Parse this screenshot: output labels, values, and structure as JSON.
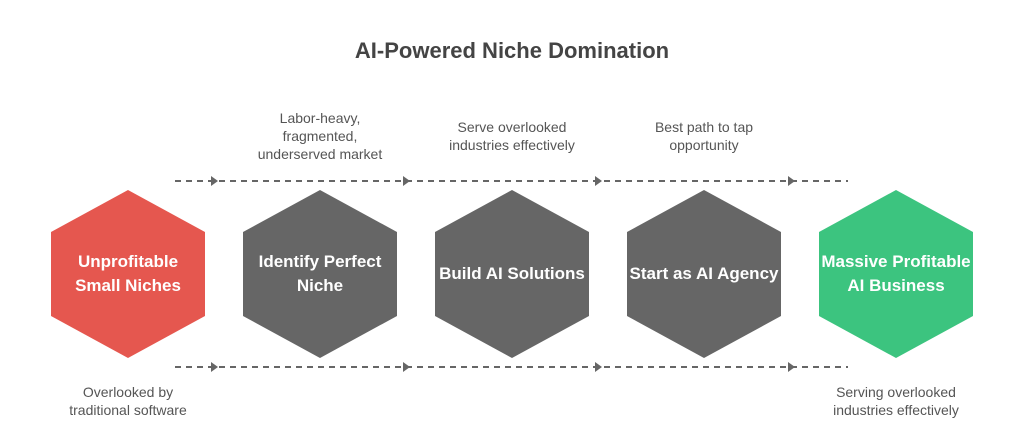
{
  "title": "AI-Powered Niche Domination",
  "colors": {
    "start": "#E5574F",
    "step": "#666666",
    "end": "#3CC47F",
    "connector": "#666666"
  },
  "steps": [
    {
      "label": "Unprofitable Small Niches",
      "kind": "start",
      "note_below": "Overlooked by traditional software"
    },
    {
      "label": "Identify Perfect Niche",
      "kind": "step",
      "note_above": "Labor-heavy, fragmented, underserved market"
    },
    {
      "label": "Build AI Solutions",
      "kind": "step",
      "note_above": "Serve overlooked industries effectively"
    },
    {
      "label": "Start as AI Agency",
      "kind": "step",
      "note_above": "Best path to tap opportunity"
    },
    {
      "label": "Massive Profitable AI Business",
      "kind": "end",
      "note_below": "Serving overlooked industries effectively"
    }
  ]
}
